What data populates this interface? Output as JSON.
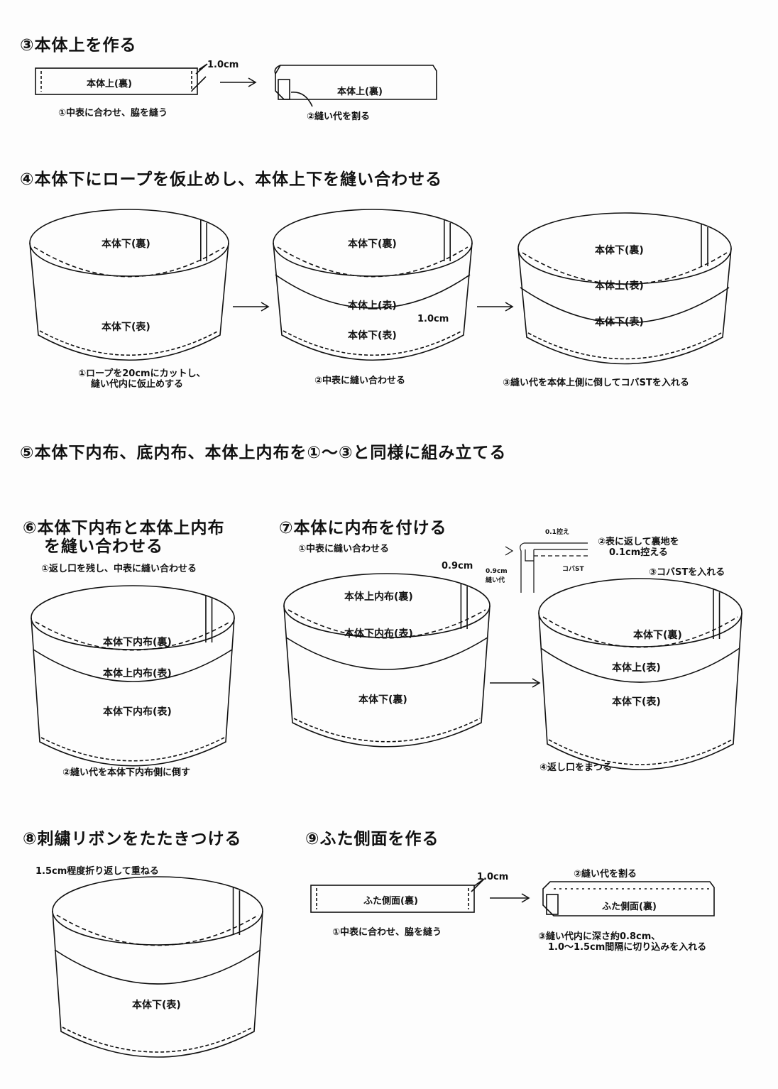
{
  "step3": {
    "title": "③本体上を作る",
    "strip_label": "本体上(裏)",
    "seam_allowance": "1.0cm",
    "note1": "①中表に合わせ、脇を縫う",
    "loop_label": "本体上(裏)",
    "note2": "②縫い代を割る"
  },
  "step4": {
    "title": "④本体下にロープを仮止めし、本体上下を縫い合わせる",
    "fig1": {
      "inside": "本体下(裏)",
      "outside": "本体下(表)",
      "note_line1": "①ロープを20cmにカットし、",
      "note_line2": "縫い代内に仮止めする"
    },
    "fig2": {
      "inside": "本体下(裏)",
      "band": "本体上(表)",
      "outside": "本体下(表)",
      "allowance": "1.0cm",
      "note": "②中表に縫い合わせる"
    },
    "fig3": {
      "inside": "本体下(裏)",
      "band": "本体上(表)",
      "outside": "本体下(表)",
      "note": "③縫い代を本体上側に倒してコバSTを入れる"
    }
  },
  "step5": {
    "title": "⑤本体下内布、底内布、本体上内布を①～③と同様に組み立てる"
  },
  "step6": {
    "title_line1": "⑥本体下内布と本体上内布",
    "title_line2": "を縫い合わせる",
    "note1": "①返し口を残し、中表に縫い合わせる",
    "inside": "本体下内布(裏)",
    "band": "本体上内布(表)",
    "outside": "本体下内布(表)",
    "note2": "②縫い代を本体下内布側に倒す"
  },
  "step7": {
    "title": "⑦本体に内布を付ける",
    "note1": "①中表に縫い合わせる",
    "allowance": "0.9cm",
    "fig1": {
      "band": "本体上内布(裏)",
      "inside": "本体下内布(表)",
      "outside": "本体下(裏)"
    },
    "detail": {
      "ease": "0.1控え",
      "allowance_line1": "0.9cm",
      "allowance_line2": "縫い代",
      "stitch": "コバST"
    },
    "note2_line1": "②表に返して裏地を",
    "note2_line2": "0.1cm控える",
    "note3": "③コバSTを入れる",
    "fig2": {
      "inside": "本体下(裏)",
      "band": "本体上(表)",
      "outside": "本体下(表)"
    },
    "note4": "④返し口をまつる"
  },
  "step8": {
    "title": "⑧刺繍リボンをたたきつける",
    "note": "1.5cm程度折り返して重ねる",
    "outside": "本体下(表)"
  },
  "step9": {
    "title": "⑨ふた側面を作る",
    "strip_label": "ふた側面(裏)",
    "seam_allowance": "1.0cm",
    "note1": "①中表に合わせ、脇を縫う",
    "note2": "②縫い代を割る",
    "loop_label": "ふた側面(裏)",
    "note3_line1": "③縫い代内に深さ約0.8cm、",
    "note3_line2": "1.0～1.5cm間隔に切り込みを入れる"
  },
  "colors": {
    "ink": "#111111",
    "paper": "#fdfdfd"
  }
}
